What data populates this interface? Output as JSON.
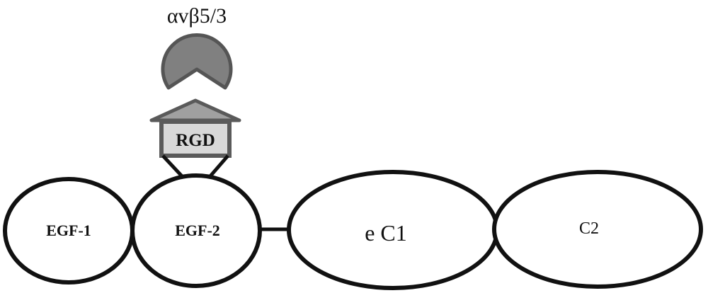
{
  "integrin": {
    "label": "αvβ5/3",
    "color": "#808080",
    "stroke": "#555555"
  },
  "rgd": {
    "label": "RGD",
    "roof_color": "#a0a0a0",
    "box_fill": "#d8d8d8",
    "stroke": "#5a5a5a"
  },
  "domains": {
    "egf1": {
      "label": "EGF-1"
    },
    "egf2": {
      "label": "EGF-2"
    },
    "c1": {
      "label": "e C1"
    },
    "c2": {
      "label": "C2"
    }
  },
  "outline_color": "#111111"
}
